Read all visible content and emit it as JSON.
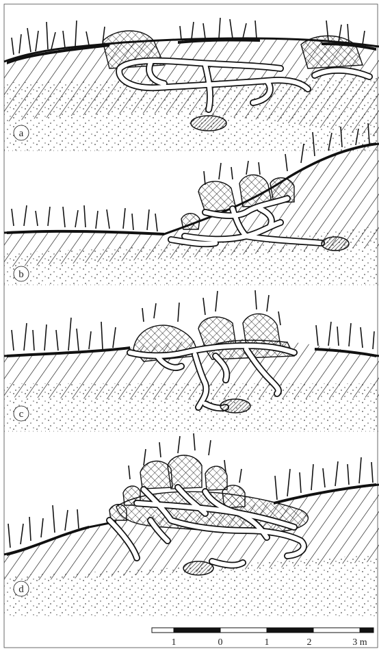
{
  "panels": [
    {
      "id": "a",
      "label": "a"
    },
    {
      "id": "b",
      "label": "b"
    },
    {
      "id": "c",
      "label": "c"
    },
    {
      "id": "d",
      "label": "d"
    }
  ],
  "scale_bar": {
    "ticks": [
      "1",
      "0",
      "1",
      "2",
      "3 m"
    ]
  }
}
